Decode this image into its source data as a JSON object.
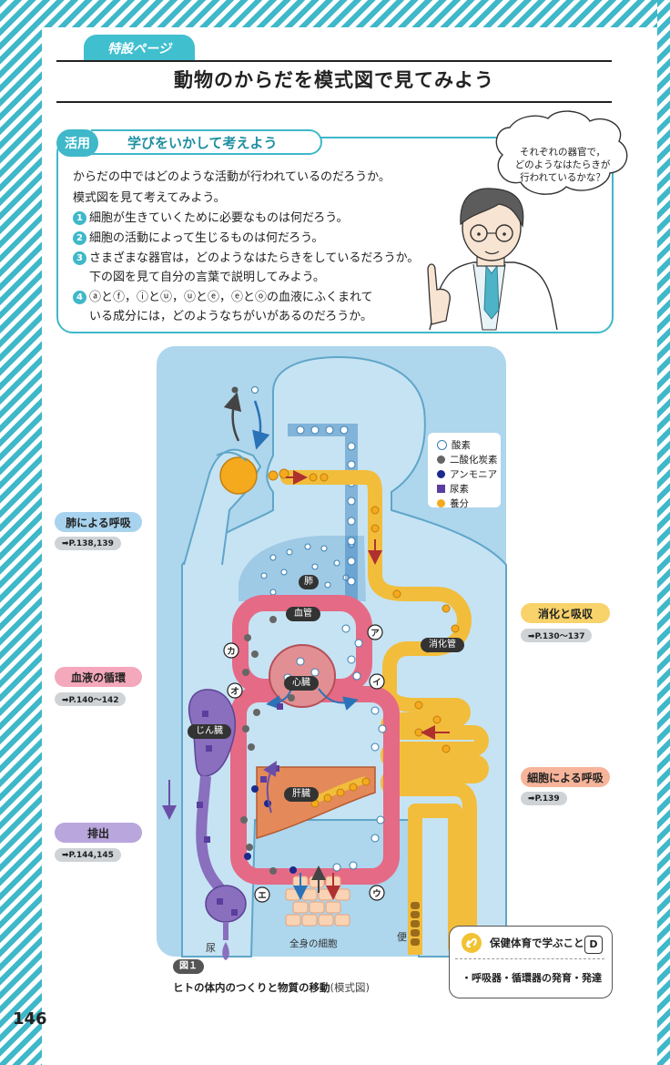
{
  "header": {
    "tab": "特設ページ",
    "title": "動物のからだを模式図で見てみよう"
  },
  "activity": {
    "badge": "活用",
    "heading": "学びをいかして考えよう",
    "intro_1": "からだの中ではどのような活動が行われているのだろうか。",
    "intro_2": "模式図を見て考えてみよう。",
    "questions": [
      {
        "num": "1",
        "text": "細胞が生きていくために必要なものは何だろう。"
      },
      {
        "num": "2",
        "text": "細胞の活動によって生じるものは何だろう。"
      },
      {
        "num": "3",
        "text": "さまざまな器官は，どのようなはたらきをしているだろうか。"
      },
      {
        "num": "",
        "text": "下の図を見て自分の言葉で説明してみよう。"
      },
      {
        "num": "4",
        "text": "ⓐとⓕ，ⓘとⓤ，ⓤとⓔ，ⓔとⓞの血液にふくまれて"
      },
      {
        "num": "",
        "text": "いる成分には，どのようなちがいがあるのだろうか。"
      }
    ],
    "speech": [
      "それぞれの器官で，",
      "どのようなはたらきが",
      "行われているかな？"
    ]
  },
  "side_labels": {
    "lung": {
      "label": "肺による呼吸",
      "ref": "➡P.138,139"
    },
    "blood": {
      "label": "血液の循環",
      "ref": "➡P.140～142"
    },
    "excretion": {
      "label": "排出",
      "ref": "➡P.144,145"
    },
    "digestion": {
      "label": "消化と吸収",
      "ref": "➡P.130～137"
    },
    "cell": {
      "label": "細胞による呼吸",
      "ref": "➡P.139"
    }
  },
  "diagram": {
    "organs": {
      "lung": "肺",
      "vessel": "血管",
      "heart": "心臓",
      "kidney": "じん臓",
      "liver": "肝臓",
      "gut": "消化管",
      "cells": "全身の細胞",
      "urine": "尿",
      "feces": "便"
    },
    "points": {
      "a": "ア",
      "i": "イ",
      "u": "ウ",
      "e": "エ",
      "o": "オ",
      "ka": "カ"
    },
    "legend": [
      "酸素",
      "二酸化炭素",
      "アンモニア",
      "尿素",
      "養分"
    ],
    "colors": {
      "oxygen": "#ffffff",
      "co2": "#666666",
      "ammonia": "#1c2a8c",
      "urea": "#5a3d9e",
      "nutrient": "#f2a81d",
      "blood": "#e56a86",
      "gut": "#f6c23e",
      "kidney": "#8a6fbe",
      "body": "#a9d4ea"
    },
    "figure_badge": "図１",
    "caption": "ヒトの体内のつくりと物質の移動",
    "caption_note": "(模式図)"
  },
  "note": {
    "title": "保健体育で学ぶこと",
    "tag": "D",
    "body": "・呼吸器・循環器の発育・発達"
  },
  "page_number": "146"
}
